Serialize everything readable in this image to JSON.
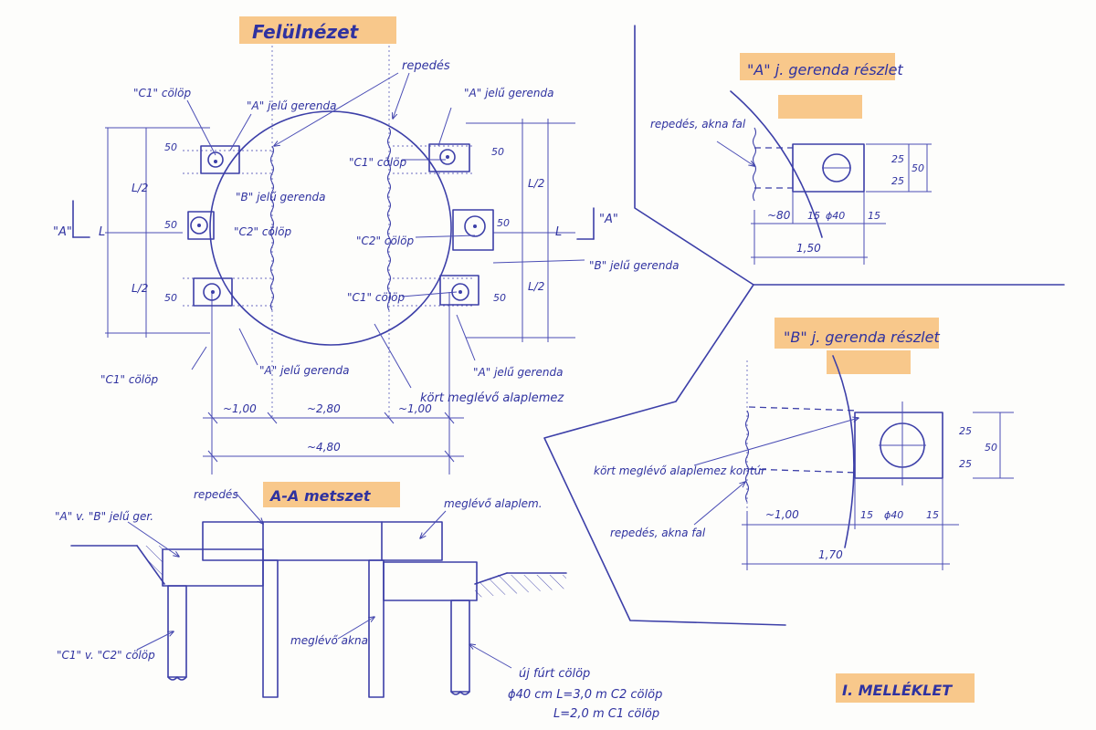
{
  "titles": {
    "top_view": "Felülnézet",
    "detail_a": "\"A\" j. gerenda részlet",
    "detail_b": "\"B\" j. gerenda részlet",
    "section": "A-A metszet",
    "appendix": "I. MELLÉKLET"
  },
  "top_view": {
    "repedes": "repedés",
    "c1_cölöp": "\"C1\" cölöp",
    "c2_cölöp": "\"C2\" cölöp",
    "a_gerenda": "\"A\" jelű gerenda",
    "b_gerenda": "\"B\" jelű gerenda",
    "kort_alaplemez": "kört meglévő alaplemez",
    "section_marker": "\"A\"",
    "dim_L": "L",
    "dim_L2": "L/2",
    "dim_50": "50",
    "dim_100a": "~1,00",
    "dim_280": "~2,80",
    "dim_100b": "~1,00",
    "dim_480": "~4,80"
  },
  "detail_a": {
    "repedes_label": "repedés, akna fal",
    "dim_80": "~80",
    "dim_15": "15",
    "dim_40": "ϕ40",
    "dim_15b": "15",
    "dim_150": "1,50",
    "dim_25": "25",
    "dim_25b": "25",
    "dim_50": "50"
  },
  "detail_b": {
    "kort_label": "kört meglévő alaplemez kontúr",
    "repedes_label": "repedés, akna fal",
    "dim_100": "~1,00",
    "dim_15": "15",
    "dim_40": "ϕ40",
    "dim_15b": "15",
    "dim_170": "1,70",
    "dim_25": "25",
    "dim_25b": "25",
    "dim_50": "50"
  },
  "section": {
    "repedes": "repedés",
    "ab_gerenda": "\"A\" v. \"B\" jelű ger.",
    "meglevo_alaplemez": "meglévő alaplem.",
    "c1c2_cölöp": "\"C1\" v. \"C2\" cölöp",
    "meglevo_akna": "meglévő akna",
    "uj_cölöp": "új fúrt cölöp",
    "spec_line1": "ϕ40 cm  L=3,0 m  C2 cölöp",
    "spec_line2": "L=2,0 m  C1 cölöp"
  }
}
